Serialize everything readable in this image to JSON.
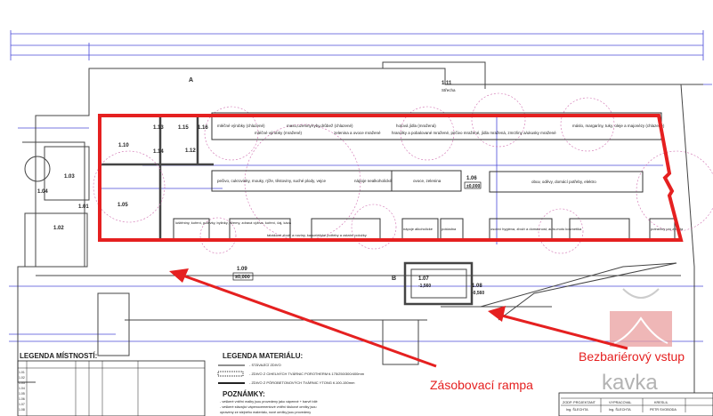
{
  "rooms": {
    "r101": "1.01",
    "r102": "1.02",
    "r103": "1.03",
    "r104": "1.04",
    "r105": "1.05",
    "r106": "1.06",
    "r106_level": "±0,000",
    "r107": "1.07",
    "r107_level": "-1,560",
    "r108": "1.08",
    "r108_level": "-0,560",
    "r109": "1.09",
    "r109_level": "±0,000",
    "r110": "1.10",
    "r111": "1.11",
    "r111_name": "Střecha",
    "r112": "1.12",
    "r113": "1.13",
    "r114": "1.14",
    "r115": "1.15",
    "r116": "1.16"
  },
  "section_marks": {
    "a": "A",
    "b": "B"
  },
  "shelves": {
    "top": [
      "mléčné výrobky (chlazené)",
      "mléčné výrobky (mražené)",
      "maso,uzeniny/ryby,drůbež (chlazené)",
      "zelenina a ovoce mražené",
      "hranolky a pobalované mražené, pečivo mražené, jídla mražená, zmrzliny a/ukusky mražené",
      "hotová jídla (mražená)",
      "máslo, margaríny, tuky, oleje a majonézy (chlazené)"
    ],
    "middle": [
      "pečivo, cukrovinky, mouky, rýže, těstoviny, suché plody, vejce",
      "nápoje nealkoholické",
      "ovoce, zelenina",
      "obuv, oděvy, domácí potřeby, elektro"
    ],
    "bottom": [
      "luštěniny, koření, polévky, bylinky, džemy, zdravá výživa, koření, čaj, káva",
      "tabákové zboží a noviny, kancelářské potřeby a ostatní položky",
      "nápoje alkoholické",
      "pokladna",
      "osobní hygiena, zboží a domácnost, auto-moto kosmetika",
      "potraviny pro zvířata"
    ]
  },
  "annotations": {
    "supply_ramp": "Zásobovací rampa",
    "barrier_free": "Bezbariérový vstup"
  },
  "legend_rooms": {
    "title": "LEGENDA MÍSTNOSTÍ:",
    "rows": [
      "1.01",
      "1.02",
      "1.03",
      "1.04",
      "1.05",
      "1.06",
      "1.07",
      "1.08"
    ]
  },
  "legend_materials": {
    "title": "LEGENDA MATERIÁLU:",
    "items": [
      "- STÁVAJÍCÍ ZDIVO",
      "- ZDIVO Z CIHELNÝCH TVÁRNIC POROTHERM tl.175/250/300/400mm",
      "- ZDIVO Z PÓROBETONOVÝCH TVÁRNIC YTONG tl.100-150mm"
    ]
  },
  "notes": {
    "title": "POZNÁMKY:",
    "items": [
      "- veškeré vnitřní malby jsou provedeny jako vápenné + barvě bílé",
      "- veškeré stávající vápenocementové vnitřní štukové omítky jsou",
      "  opraveny ze stejného materiálu, nové omítky jsou provedeny"
    ]
  },
  "title_block": {
    "h1": "ZODP. PROJEKTANT",
    "h2": "VYPRACOVAL",
    "h3": "KRESLIL",
    "v1": "Ing. ŠLECHTA",
    "v2": "Ing. ŠLECHTA",
    "v3": "PETR SVOBODA"
  },
  "watermark": "kavka real estate",
  "colors": {
    "highlight": "#e52020",
    "dimension": "#4a4ad8",
    "door_swing": "#d070b0",
    "watermark": "#e89090"
  }
}
